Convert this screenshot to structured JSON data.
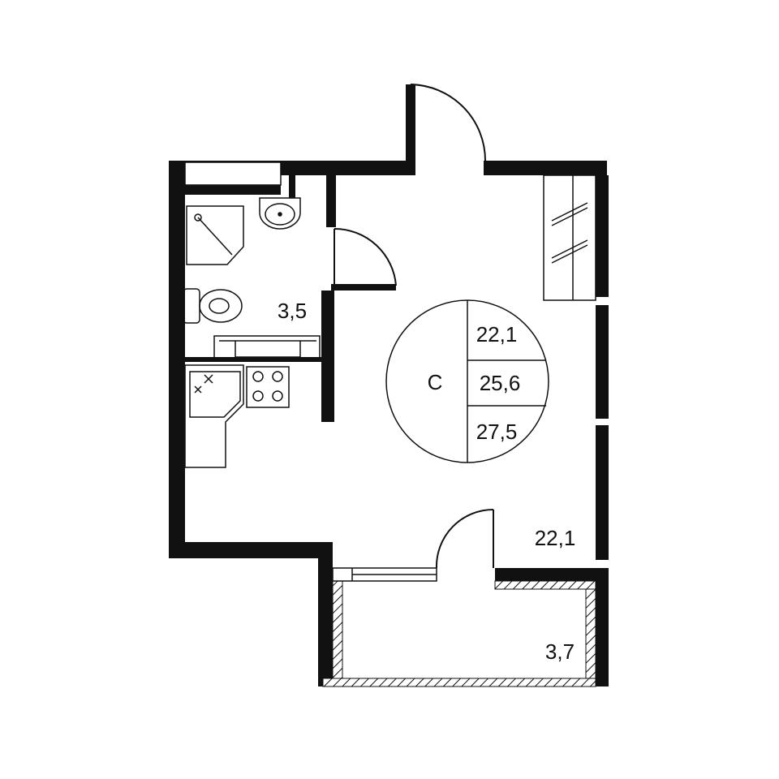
{
  "plan": {
    "bathroom_area": "3,5",
    "room_area": "22,1",
    "balcony_area": "3,7",
    "badge": {
      "type_letter": "С",
      "living_area": "22,1",
      "total_area": "25,6",
      "total_with_balcony": "27,5"
    }
  },
  "colors": {
    "wall": "#111111",
    "background": "#ffffff",
    "hatch": "#111111"
  }
}
